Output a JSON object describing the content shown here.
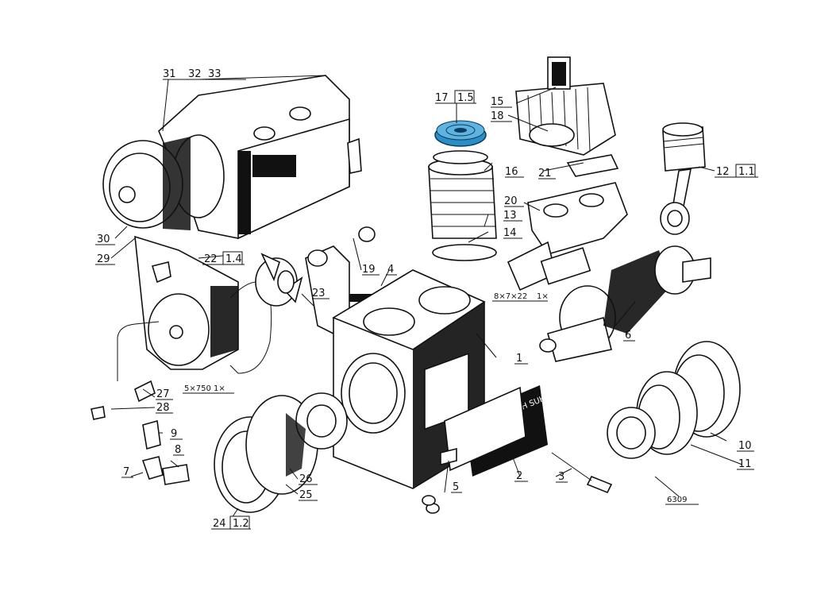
{
  "diagram": {
    "labels": {
      "p1": "1",
      "p2": "2",
      "p3": "3",
      "p4": "4",
      "p5": "5",
      "p6": "6",
      "p7": "7",
      "p8": "8",
      "p9": "9",
      "p10": "10",
      "p11": "11",
      "p12": "12",
      "p12b": "1.1",
      "p13": "13",
      "p14": "14",
      "p15": "15",
      "p16": "16",
      "p17": "17",
      "p17b": "1.5",
      "p18": "18",
      "p19": "19",
      "p20": "20",
      "p21": "21",
      "p22": "22",
      "p22b": "1.4",
      "p23": "23",
      "p24": "24",
      "p24b": "1.2",
      "p25": "25",
      "p26": "26",
      "p27": "27",
      "p28": "28",
      "p29": "29",
      "p30": "30",
      "p31": "31",
      "p32": "32",
      "p33": "33",
      "belt_spec": "5×750  1×",
      "pin_spec": "8×7×22",
      "pin_qty": "1×",
      "bearing": "6309",
      "plate_text": "VEB SACH SUHL"
    },
    "highlight_color": "#2a8fc8"
  }
}
